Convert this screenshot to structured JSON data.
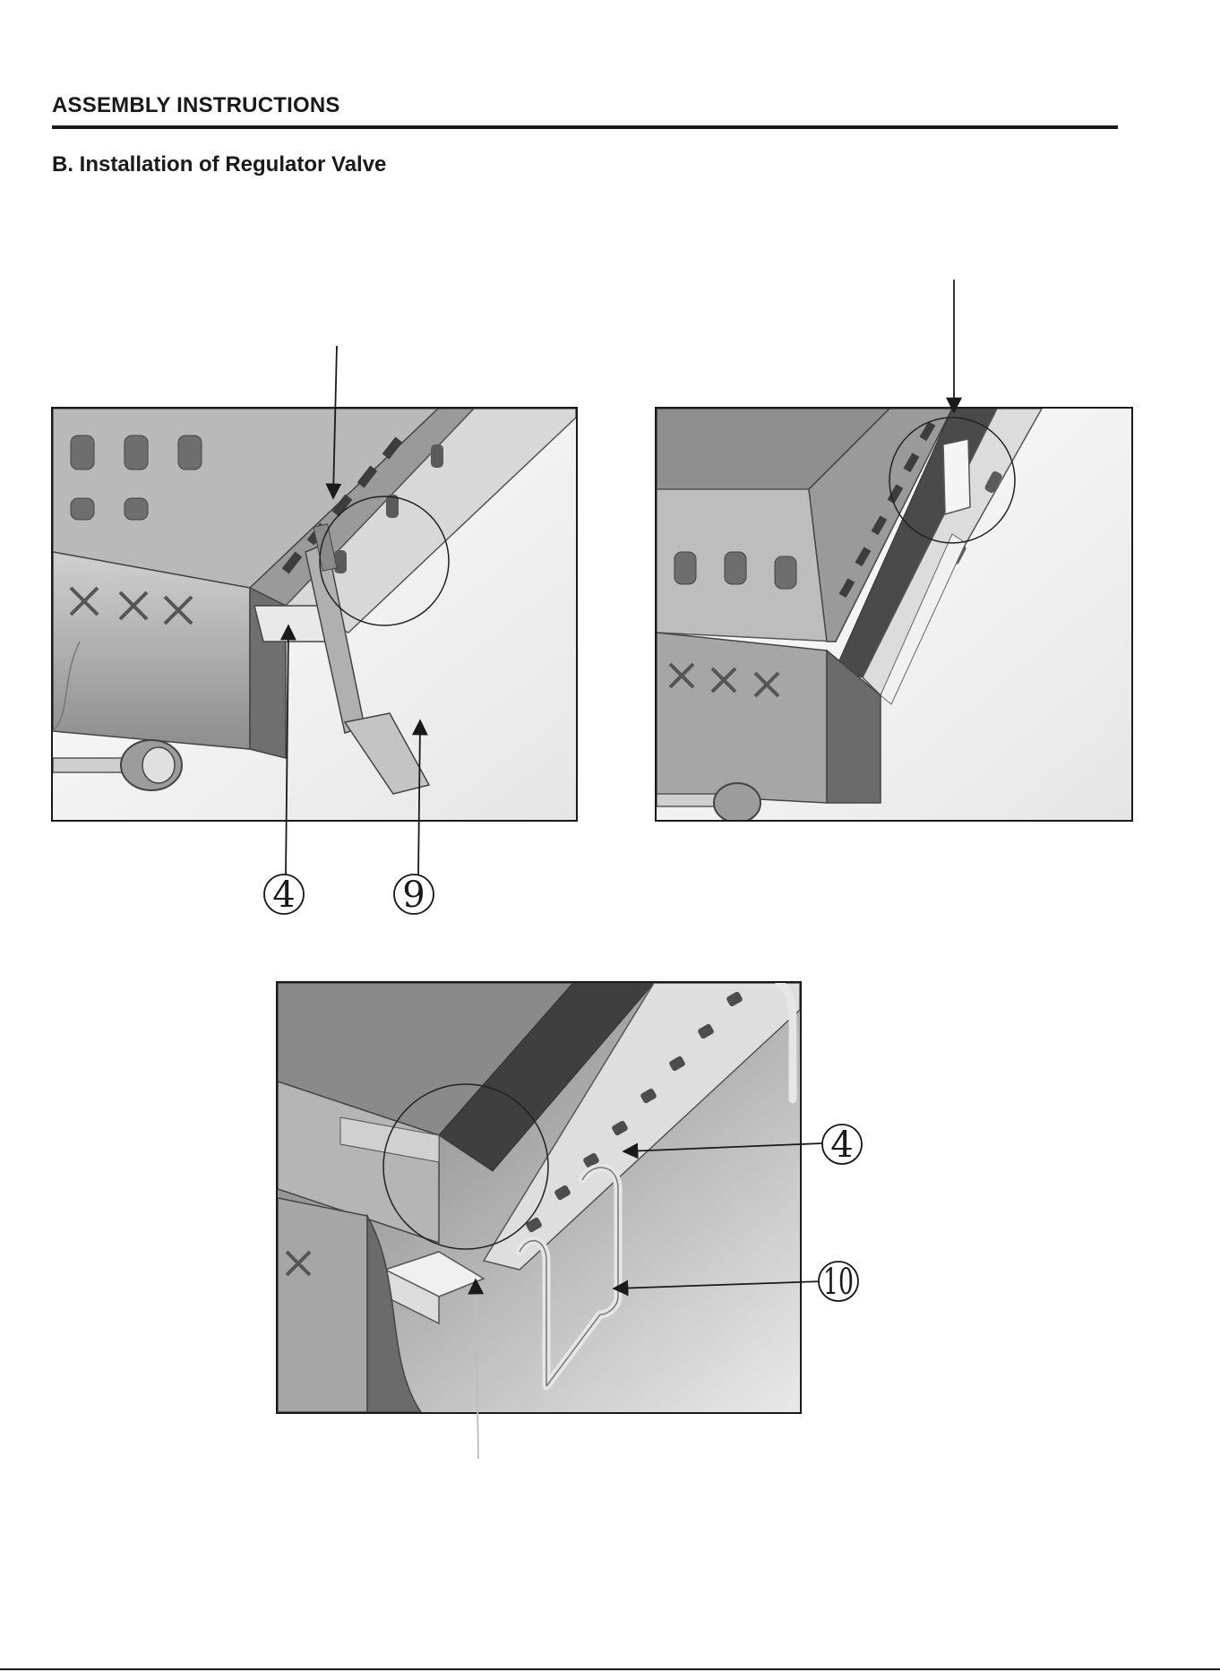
{
  "header": {
    "section_title": "ASSEMBLY INSTRUCTIONS",
    "step_title": "B. Installation of Regulator Valve"
  },
  "figures": [
    {
      "callouts": [
        "4",
        "9"
      ]
    },
    {
      "callouts": []
    },
    {
      "callouts": [
        "4",
        "10"
      ]
    }
  ],
  "colors": {
    "ink": "#1a1a1a",
    "metal_light": "#d6d6d6",
    "metal_mid": "#a8a8a8",
    "metal_dark": "#5e5e5e",
    "background": "#f2f2f2"
  }
}
